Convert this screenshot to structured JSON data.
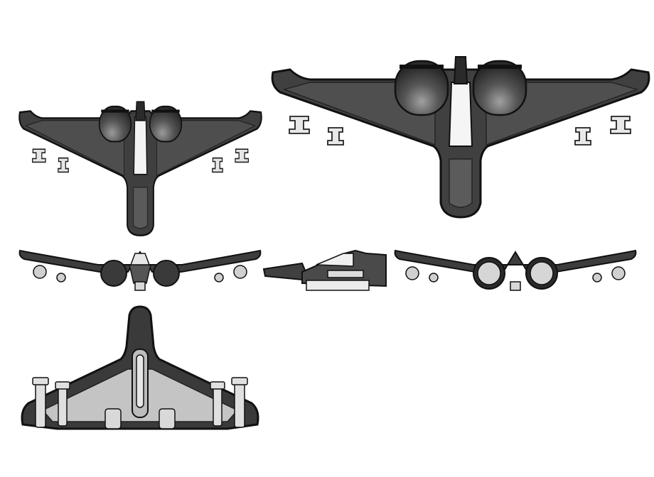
{
  "drawing": {
    "style": "grayscale orthographic views",
    "views": [
      {
        "id": "top-small",
        "kind": "top"
      },
      {
        "id": "top-large",
        "kind": "top"
      },
      {
        "id": "front",
        "kind": "front"
      },
      {
        "id": "side",
        "kind": "side"
      },
      {
        "id": "rear",
        "kind": "rear"
      },
      {
        "id": "bottom",
        "kind": "bottom"
      }
    ],
    "colors": {
      "hull_dark": "#3d3d3d",
      "hull_mid": "#5a5a5a",
      "hull_light": "#8a8a8a",
      "outline": "#111111",
      "canopy": "#f2f2f2",
      "underside": "#c8c8c8",
      "parts_light": "#d9d9d9",
      "background": "#ffffff"
    }
  }
}
